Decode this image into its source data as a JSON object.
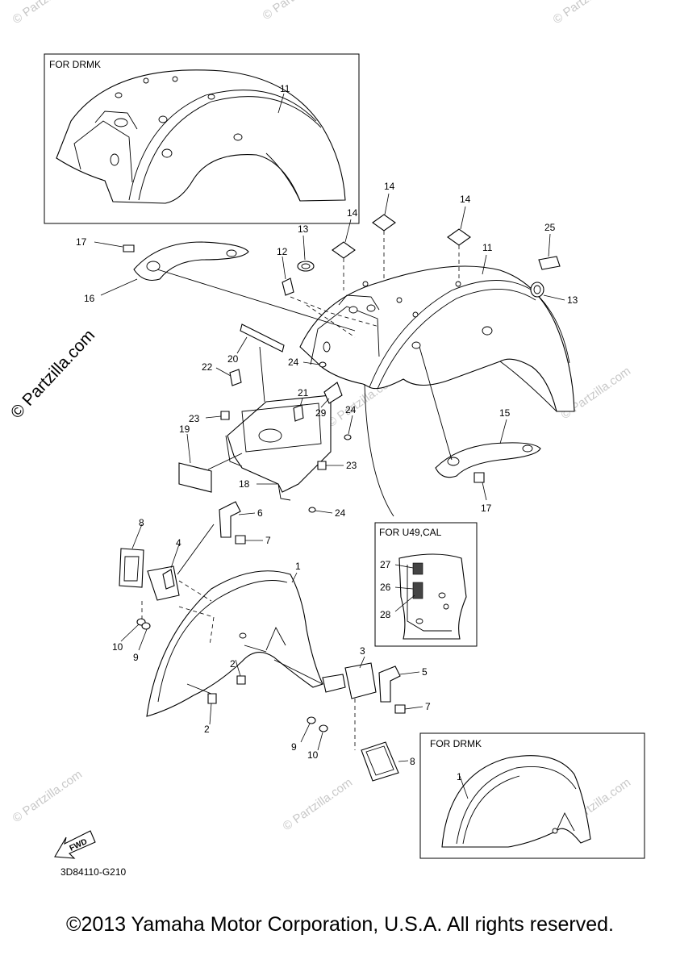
{
  "watermark_side": "© Partzilla.com",
  "watermark_faint": "© Partzilla.com",
  "inset_labels": {
    "rear_drmk": "FOR DRMK",
    "u49_cal": "FOR U49,CAL",
    "front_drmk": "FOR DRMK"
  },
  "fwd_label": "FWD",
  "diagram_code": "3D84110-G210",
  "footer": "©2013 Yamaha Motor Corporation, U.S.A. All rights reserved.",
  "callouts": {
    "c1_front": "1",
    "c1_drmk": "1",
    "c2_a": "2",
    "c2_b": "2",
    "c3": "3",
    "c4": "4",
    "c5": "5",
    "c6": "6",
    "c7_a": "7",
    "c7_b": "7",
    "c8_a": "8",
    "c8_b": "8",
    "c9_a": "9",
    "c9_b": "9",
    "c10_a": "10",
    "c10_b": "10",
    "c11_main": "11",
    "c11_drmk": "11",
    "c12": "12",
    "c13_a": "13",
    "c13_b": "13",
    "c14_a": "14",
    "c14_b": "14",
    "c14_c": "14",
    "c15": "15",
    "c16": "16",
    "c17_a": "17",
    "c17_b": "17",
    "c18": "18",
    "c19": "19",
    "c20": "20",
    "c21": "21",
    "c22": "22",
    "c23_a": "23",
    "c23_b": "23",
    "c24_a": "24",
    "c24_b": "24",
    "c24_c": "24",
    "c25": "25",
    "c26": "26",
    "c27": "27",
    "c28": "28",
    "c29": "29"
  }
}
